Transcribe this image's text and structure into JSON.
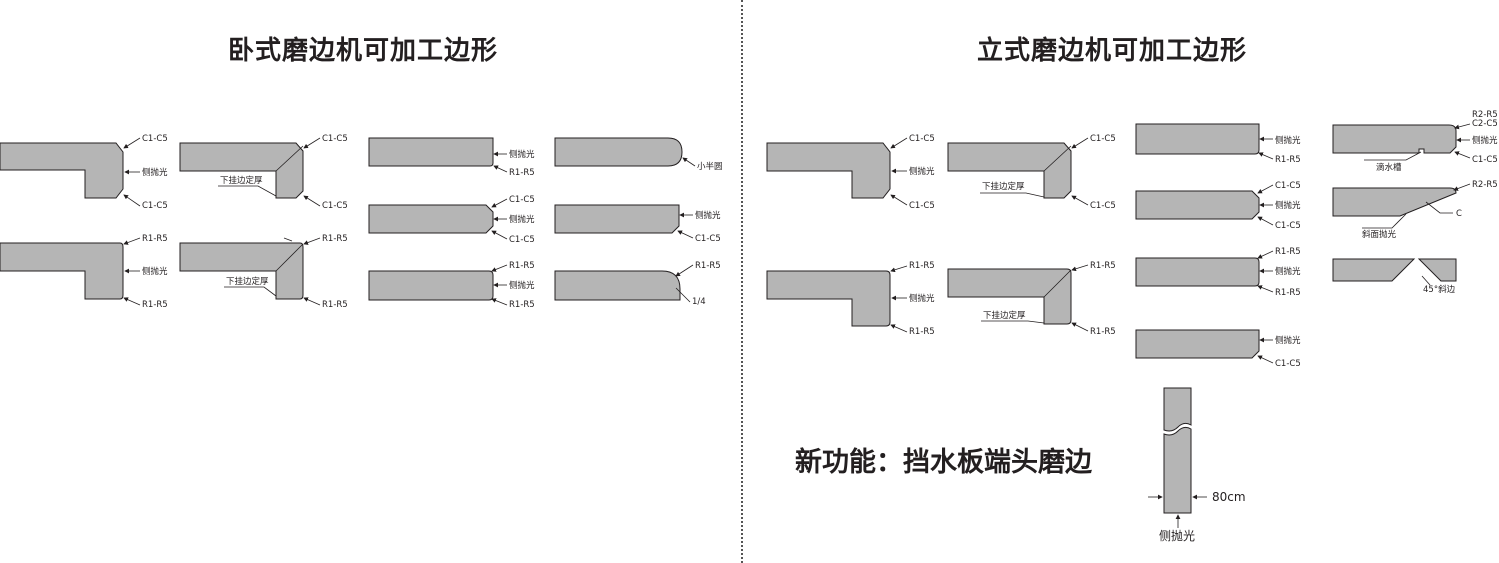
{
  "left": {
    "title": "卧式磨边机可加工边形",
    "labels": {
      "a_top": "C1-C5",
      "a_mid": "侧抛光",
      "a_bot": "C1-C5",
      "b_top": "R1-R5",
      "b_mid": "侧抛光",
      "b_bot": "R1-R5",
      "c_top": "C1-C5",
      "c_note": "下挂边定厚",
      "c_bot": "C1-C5",
      "d_top": "R1-R5",
      "d_note": "下挂边定厚",
      "d_bot": "R1-R5",
      "e_mid": "侧抛光",
      "e_bot": "R1-R5",
      "f_top": "C1-C5",
      "f_mid": "侧抛光",
      "f_bot": "C1-C5",
      "g_top": "R1-R5",
      "g_mid": "侧抛光",
      "g_bot": "R1-R5",
      "h_mid": "小半圆",
      "i_mid": "侧抛光",
      "i_bot": "C1-C5",
      "j_top": "R1-R5",
      "j_bot": "1/4"
    }
  },
  "right": {
    "title": "立式磨边机可加工边形",
    "labels": {
      "a_top": "C1-C5",
      "a_mid": "侧抛光",
      "a_bot": "C1-C5",
      "b_top": "R1-R5",
      "b_mid": "侧抛光",
      "b_bot": "R1-R5",
      "c_top": "C1-C5",
      "c_note": "下挂边定厚",
      "c_bot": "C1-C5",
      "d_top": "R1-R5",
      "d_note": "下挂边定厚",
      "d_bot": "R1-R5",
      "e_mid": "侧抛光",
      "e_bot": "R1-R5",
      "f_top": "C1-C5",
      "f_mid": "侧抛光",
      "f_bot": "C1-C5",
      "g_top": "R1-R5",
      "g_mid": "侧抛光",
      "g_bot": "R1-R5",
      "h_mid": "侧抛光",
      "h_bot": "C1-C5",
      "k_top1": "R2-R5",
      "k_top2": "C2-C5",
      "k_mid": "侧抛光",
      "k_note": "滴水槽",
      "k_bot": "C1-C5",
      "l_top": "R2-R5",
      "l_c": "C",
      "l_note": "斜面抛光",
      "m_note": "45°斜边"
    }
  },
  "feature": {
    "title": "新功能：挡水板端头磨边",
    "width": "80cm",
    "polish": "侧抛光"
  }
}
